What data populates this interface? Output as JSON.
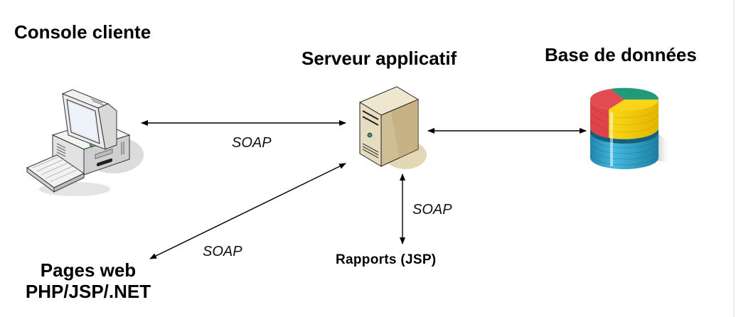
{
  "diagram": {
    "nodes": {
      "console": {
        "title": "Console cliente",
        "icon": "desktop-computer-icon"
      },
      "server": {
        "title": "Serveur applicatif",
        "icon": "server-tower-icon"
      },
      "database": {
        "title": "Base de données",
        "icon": "database-cylinder-icon"
      },
      "web": {
        "title_line1": "Pages web",
        "title_line2": "PHP/JSP/.NET"
      },
      "reports": {
        "title": "Rapports (JSP)"
      }
    },
    "edges": [
      {
        "from": "console",
        "to": "server",
        "label": "SOAP",
        "direction": "bidirectional"
      },
      {
        "from": "server",
        "to": "database",
        "label": "",
        "direction": "bidirectional"
      },
      {
        "from": "server",
        "to": "reports",
        "label": "SOAP",
        "direction": "bidirectional"
      },
      {
        "from": "server",
        "to": "web",
        "label": "SOAP",
        "direction": "bidirectional"
      }
    ],
    "colors": {
      "db_red": "#e0434a",
      "db_green": "#1f9a7a",
      "db_yellow": "#f5cd10",
      "db_blue": "#2a9dc4",
      "server_beige": "#e7dcc0",
      "computer_gray": "#e6e6e6"
    }
  }
}
